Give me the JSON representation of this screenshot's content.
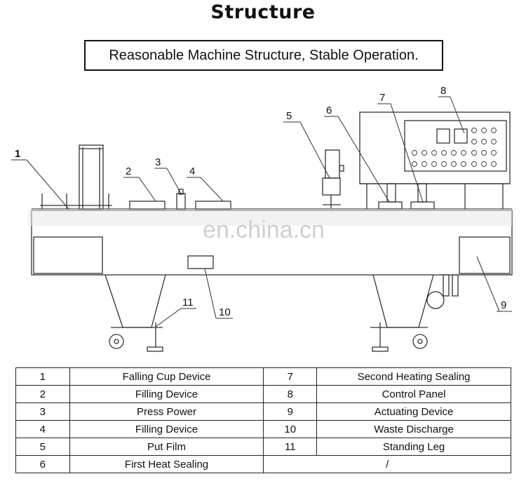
{
  "title": "Structure",
  "subtitle": "Reasonable Machine Structure, Stable Operation.",
  "watermark": "en.china.cn",
  "callouts": [
    "1",
    "2",
    "3",
    "4",
    "5",
    "6",
    "7",
    "8",
    "9",
    "10",
    "11"
  ],
  "parts": [
    {
      "num": "1",
      "name": "Falling Cup Device",
      "num2": "7",
      "name2": "Second Heating Sealing"
    },
    {
      "num": "2",
      "name": "Filling Device",
      "num2": "8",
      "name2": "Control Panel"
    },
    {
      "num": "3",
      "name": "Press Power",
      "num2": "9",
      "name2": "Actuating Device"
    },
    {
      "num": "4",
      "name": "Filling Device",
      "num2": "10",
      "name2": "Waste Discharge"
    },
    {
      "num": "5",
      "name": "Put Film",
      "num2": "11",
      "name2": "Standing Leg"
    },
    {
      "num": "6",
      "name": "First Heat Sealing",
      "num2": "",
      "name2": "/"
    }
  ]
}
